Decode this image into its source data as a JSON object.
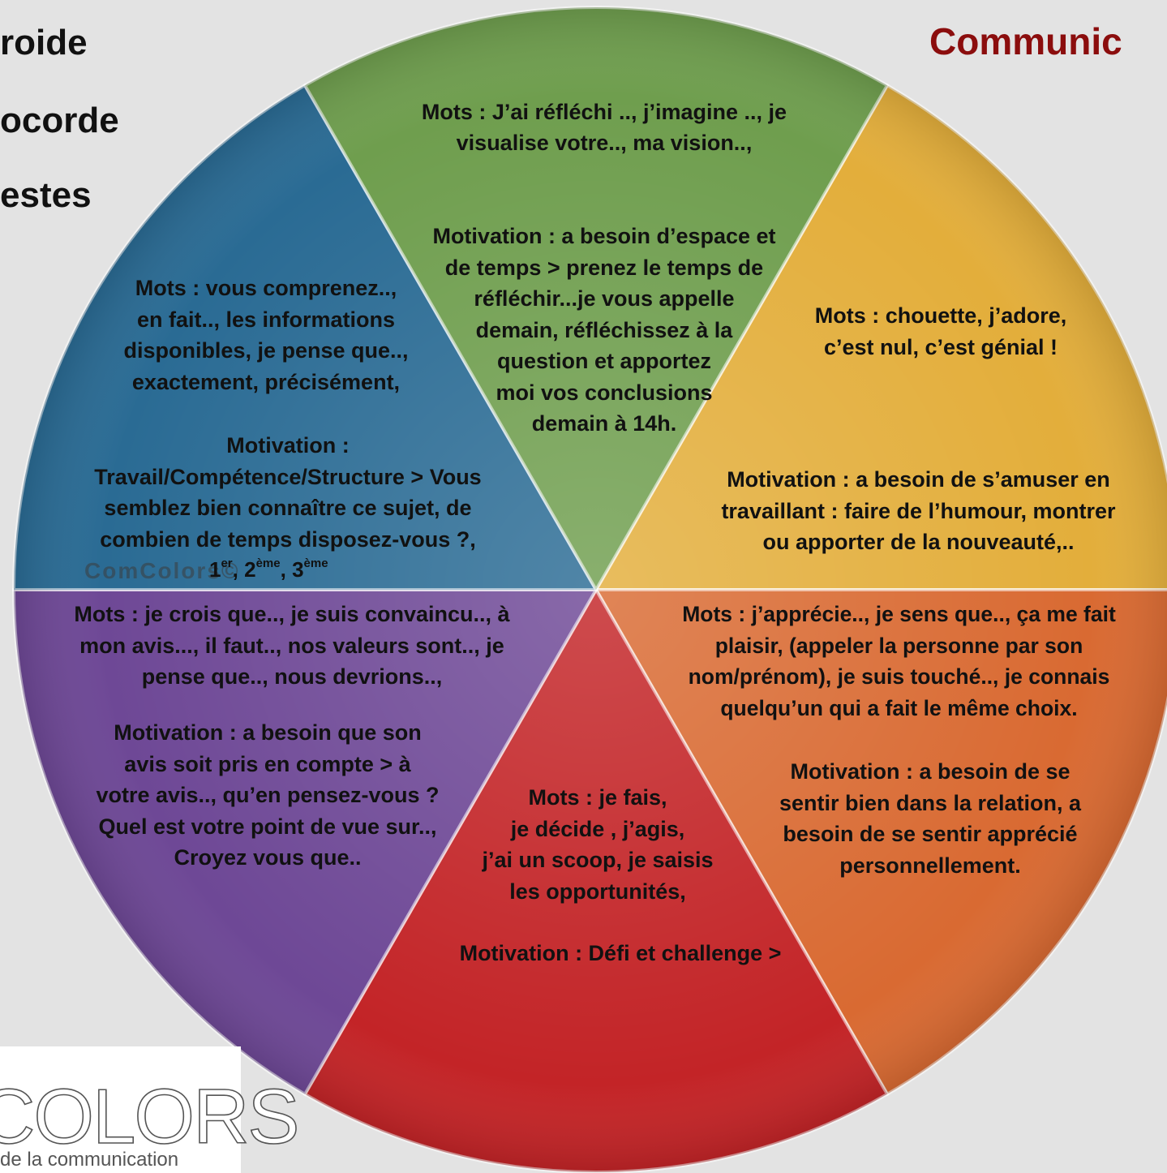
{
  "header": {
    "title": "Communic"
  },
  "side_words": [
    "roide",
    "ocorde",
    "estes"
  ],
  "segments": {
    "green": {
      "color": "#6f9e4e",
      "mots": "Mots : J’ai réfléchi .., j’imagine .., je\nvisualise votre.., ma vision..,",
      "motivation": "Motivation : a besoin d’espace et\nde temps > prenez le temps de\nréfléchir...je vous appelle\ndemain, réfléchissez à la\nquestion et apportez\nmoi vos conclusions\ndemain à 14h."
    },
    "yellow": {
      "color": "#e3ae3b",
      "mots": "Mots : chouette, j’adore,\nc’est nul, c’est génial !",
      "motivation": "Motivation : a besoin de s’amuser en\ntravaillant : faire de l’humour, montrer\nou apporter de la nouveauté,.."
    },
    "blue": {
      "color": "#2a6b94",
      "mots": "Mots : vous comprenez..,\nen fait.., les informations\ndisponibles, je pense que..,\nexactement, précisément,",
      "motivation": "Motivation :\nTravail/Compétence/Structure > Vous\nsemblez bien connaître ce sujet, de\ncombien de temps disposez-vous ?,",
      "ranks": {
        "r1": "1",
        "s1": "er",
        "r2": "2",
        "s2": "ème",
        "r3": "3",
        "s3": "ème"
      },
      "watermark": "ComColors©"
    },
    "purple": {
      "color": "#6e4896",
      "mots": "Mots : je crois que.., je suis convaincu.., à\nmon avis..., il faut.., nos valeurs sont.., je\npense que.., nous devrions..,",
      "motivation": "Motivation : a besoin que son\navis soit pris en compte > à\nvotre avis.., qu’en pensez-vous ?\nQuel est votre point de vue sur..,\nCroyez vous que.."
    },
    "red": {
      "color": "#c32427",
      "mots": "Mots : je fais,\nje décide , j’agis,\nj’ai un scoop, je saisis\nles opportunités,",
      "motivation": "Motivation : Défi et challenge >"
    },
    "orange": {
      "color": "#d96a32",
      "mots": "Mots : j’apprécie.., je sens que.., ça me fait\nplaisir, (appeler la personne par son\nnom/prénom), je suis touché.., je connais\nquelqu’un qui a fait le même choix.",
      "motivation": "Motivation : a besoin de se\nsentir bien dans la relation, a\nbesoin  de se sentir apprécié\npersonnellement."
    }
  },
  "logo": {
    "text": "COLORS",
    "subtitle": "de la communication"
  }
}
